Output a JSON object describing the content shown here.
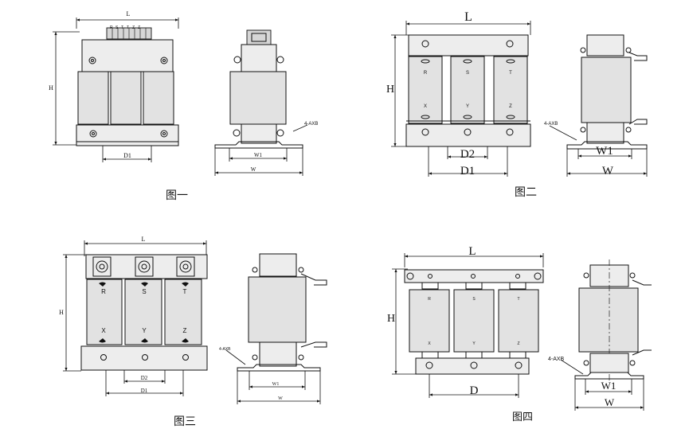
{
  "figures": {
    "fig1": {
      "caption": "图一",
      "dims": {
        "L": "L",
        "H": "H",
        "D1": "D1",
        "W1": "W1",
        "W": "W",
        "holes": "4-AXB"
      },
      "terminals": [
        "R",
        "S",
        "T",
        "T",
        "Z",
        "Z"
      ]
    },
    "fig2": {
      "caption": "图二",
      "dims": {
        "L": "L",
        "H": "H",
        "D2": "D2",
        "D1": "D1",
        "W1": "W1",
        "W": "W",
        "holes": "4-AXB"
      },
      "terminals_top": [
        "R",
        "S",
        "T"
      ],
      "terminals_bottom": [
        "X",
        "Y",
        "Z"
      ]
    },
    "fig3": {
      "caption": "图三",
      "dims": {
        "L": "L",
        "H": "H",
        "D2": "D2",
        "D1": "D1",
        "W1": "W1",
        "W": "W",
        "holes": "4-AXB"
      },
      "terminals_top": [
        "R",
        "S",
        "T"
      ],
      "terminals_bottom": [
        "X",
        "Y",
        "Z"
      ]
    },
    "fig4": {
      "caption": "图四",
      "dims": {
        "L": "L",
        "H": "H",
        "D": "D",
        "W1": "W1",
        "W": "W",
        "holes": "4-AXB"
      },
      "terminals_top": [
        "R",
        "S",
        "T"
      ],
      "terminals_bottom": [
        "X",
        "Y",
        "Z"
      ]
    }
  }
}
